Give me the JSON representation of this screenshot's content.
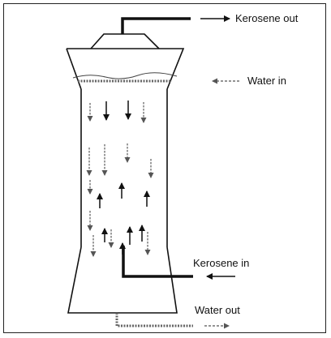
{
  "labels": {
    "kerosene_out": "Kerosene out",
    "water_in": "Water in",
    "kerosene_in": "Kerosene in",
    "water_out": "Water out"
  },
  "colors": {
    "line": "#111111",
    "water_dash": "#555555",
    "background": "#ffffff"
  },
  "flow": {
    "kerosene_direction": "up",
    "water_direction": "down"
  }
}
